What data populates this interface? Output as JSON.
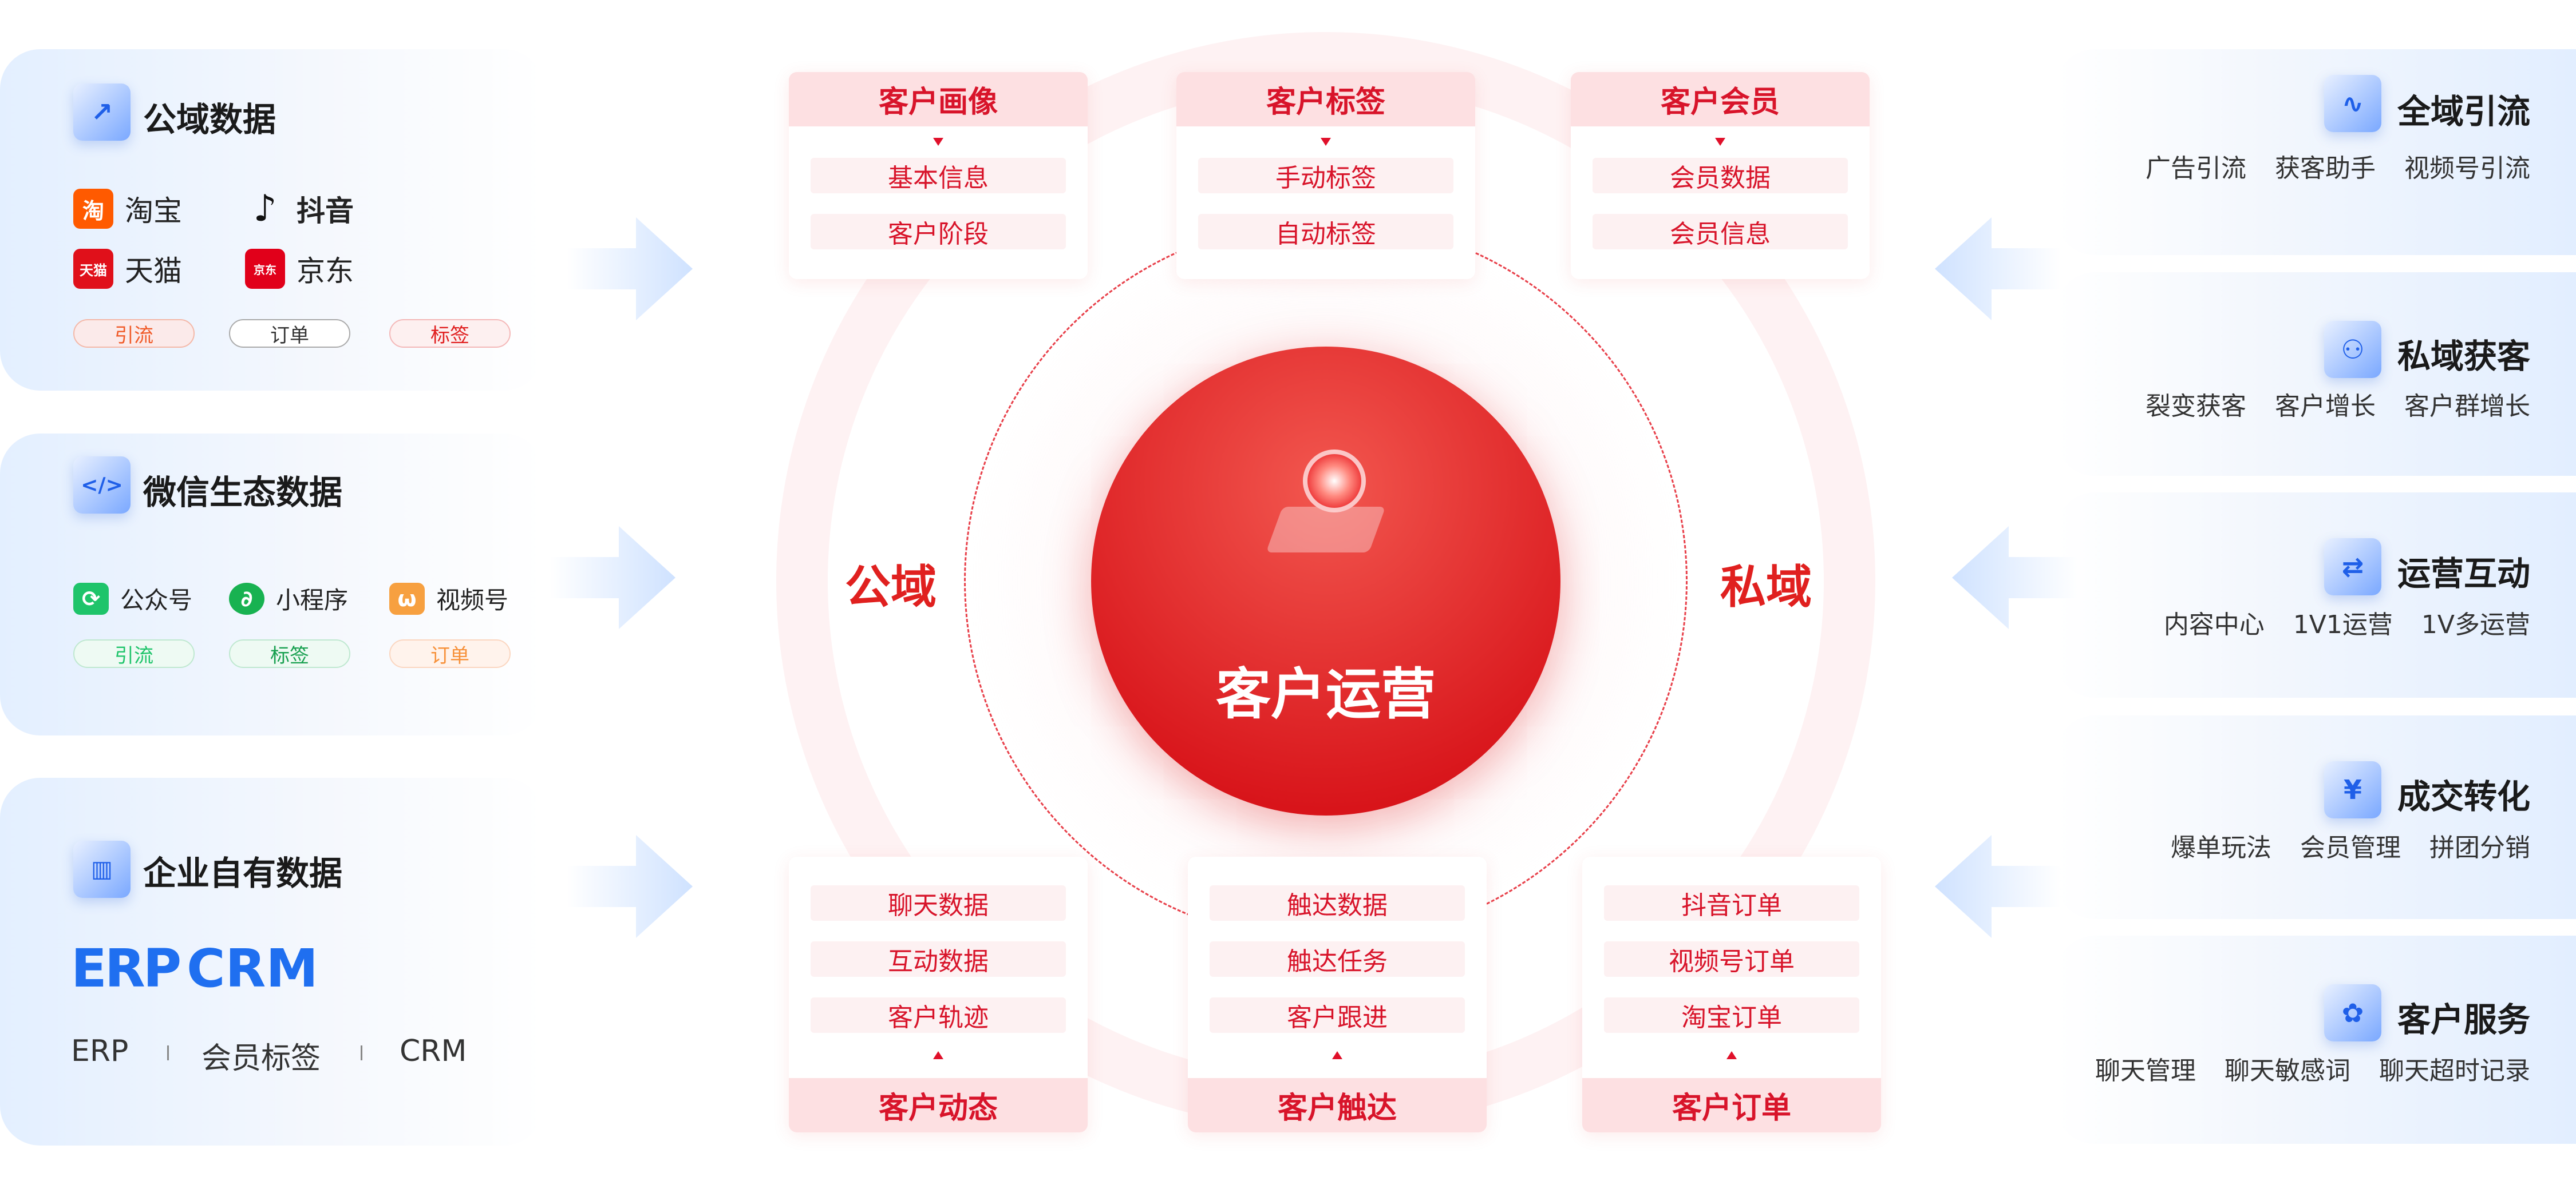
{
  "left_panels": {
    "public": {
      "title": "公域数据",
      "brands": [
        "淘宝",
        "抖音",
        "天猫",
        "京东"
      ],
      "brand_logos": {
        "taobao": "淘",
        "tmall": "天猫",
        "jd": "京东"
      },
      "tags": [
        "引流",
        "订单",
        "标签"
      ]
    },
    "wechat": {
      "title": "微信生态数据",
      "apps": [
        "公众号",
        "小程序",
        "视频号"
      ],
      "tags": [
        "引流",
        "标签",
        "订单"
      ]
    },
    "enterprise": {
      "title": "企业自有数据",
      "logos": [
        "ERP",
        "CRM"
      ],
      "items": [
        "ERP",
        "会员标签",
        "CRM"
      ]
    }
  },
  "center": {
    "title": "客户运营",
    "left_label": "公域",
    "right_label": "私域",
    "colors": {
      "primary": "#e0201f",
      "light": "#fde0e2"
    }
  },
  "top_boxes": [
    {
      "title": "客户画像",
      "items": [
        "基本信息",
        "客户阶段"
      ]
    },
    {
      "title": "客户标签",
      "items": [
        "手动标签",
        "自动标签"
      ]
    },
    {
      "title": "客户会员",
      "items": [
        "会员数据",
        "会员信息"
      ]
    }
  ],
  "bottom_boxes": [
    {
      "title": "客户动态",
      "items": [
        "聊天数据",
        "互动数据",
        "客户轨迹"
      ]
    },
    {
      "title": "客户触达",
      "items": [
        "触达数据",
        "触达任务",
        "客户跟进"
      ]
    },
    {
      "title": "客户订单",
      "items": [
        "抖音订单",
        "视频号订单",
        "淘宝订单"
      ]
    }
  ],
  "right_panels": [
    {
      "title": "全域引流",
      "icon": "pulse-icon",
      "items": [
        "广告引流",
        "获客助手",
        "视频号引流"
      ]
    },
    {
      "title": "私域获客",
      "icon": "add-user-icon",
      "items": [
        "裂变获客",
        "客户增长",
        "客户群增长"
      ]
    },
    {
      "title": "运营互动",
      "icon": "exchange-icon",
      "items": [
        "内容中心",
        "1V1运营",
        "1V多运营"
      ]
    },
    {
      "title": "成交转化",
      "icon": "money-bag-icon",
      "items": [
        "爆单玩法",
        "会员管理",
        "拼团分销"
      ]
    },
    {
      "title": "客户服务",
      "icon": "service-icon",
      "items": [
        "聊天管理",
        "聊天敏感词",
        "聊天超时记录"
      ]
    }
  ]
}
